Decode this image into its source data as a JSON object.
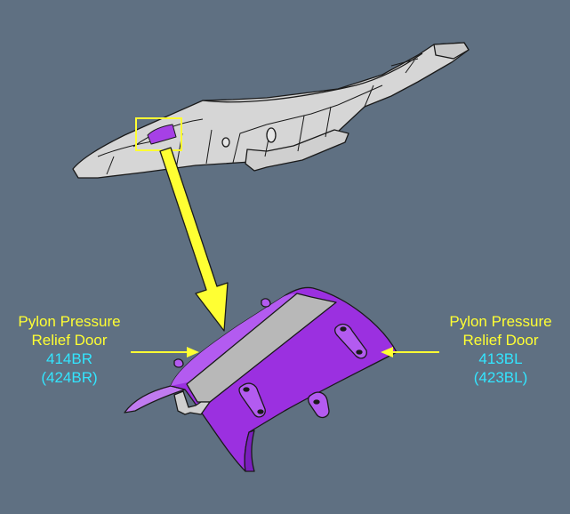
{
  "colors": {
    "background": "#5f7082",
    "aircraft_body": "#d6d6d6",
    "outline": "#1a1a1a",
    "pylon_highlight": "#a640e6",
    "door_purple": "#9b30e0",
    "door_light": "#c07bf0",
    "center_strip": "#b8b8b8",
    "callout_yellow": "#ffff33",
    "code_cyan": "#33e5ff"
  },
  "callouts": {
    "left": {
      "title_line1": "Pylon Pressure",
      "title_line2": "Relief Door",
      "code_primary": "414BR",
      "code_secondary": "(424BR)"
    },
    "right": {
      "title_line1": "Pylon Pressure",
      "title_line2": "Relief Door",
      "code_primary": "413BL",
      "code_secondary": "(423BL)"
    }
  },
  "icons": {
    "aircraft": "aircraft-pylon-icon",
    "door": "pressure-relief-door-icon",
    "pointer": "yellow-pointer-arrow-icon"
  }
}
